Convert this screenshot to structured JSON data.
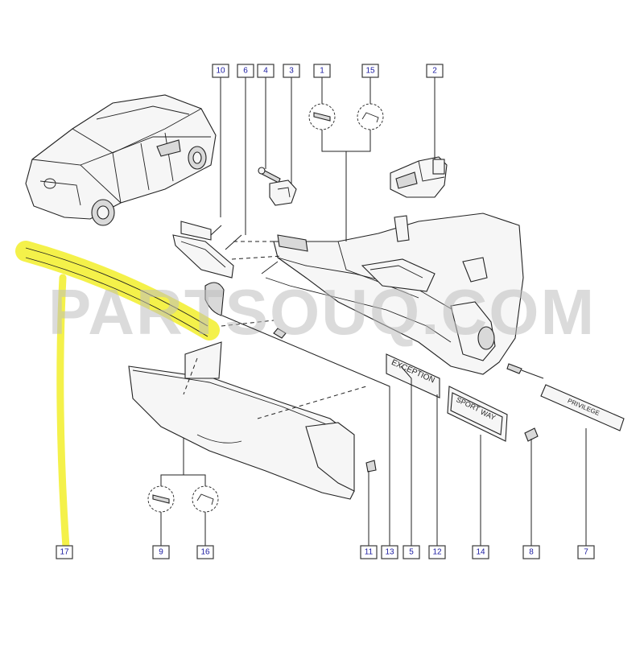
{
  "diagram": {
    "watermark": "PARTSOUQ.COM",
    "badges": {
      "exception": "EXCEPTION",
      "sport_way_line1": "SPORT",
      "sport_way_line2": "WAY",
      "privilege": "PRIVILEGE"
    },
    "callouts": [
      {
        "id": "10",
        "label": "10"
      },
      {
        "id": "6",
        "label": "6"
      },
      {
        "id": "4",
        "label": "4"
      },
      {
        "id": "3",
        "label": "3"
      },
      {
        "id": "1",
        "label": "1"
      },
      {
        "id": "15",
        "label": "15"
      },
      {
        "id": "2",
        "label": "2"
      },
      {
        "id": "17",
        "label": "17"
      },
      {
        "id": "9",
        "label": "9"
      },
      {
        "id": "16",
        "label": "16"
      },
      {
        "id": "11",
        "label": "11"
      },
      {
        "id": "13",
        "label": "13"
      },
      {
        "id": "5",
        "label": "5"
      },
      {
        "id": "12",
        "label": "12"
      },
      {
        "id": "14",
        "label": "14"
      },
      {
        "id": "8",
        "label": "8"
      },
      {
        "id": "7",
        "label": "7"
      }
    ],
    "highlight_color": "#f2ee2a"
  }
}
